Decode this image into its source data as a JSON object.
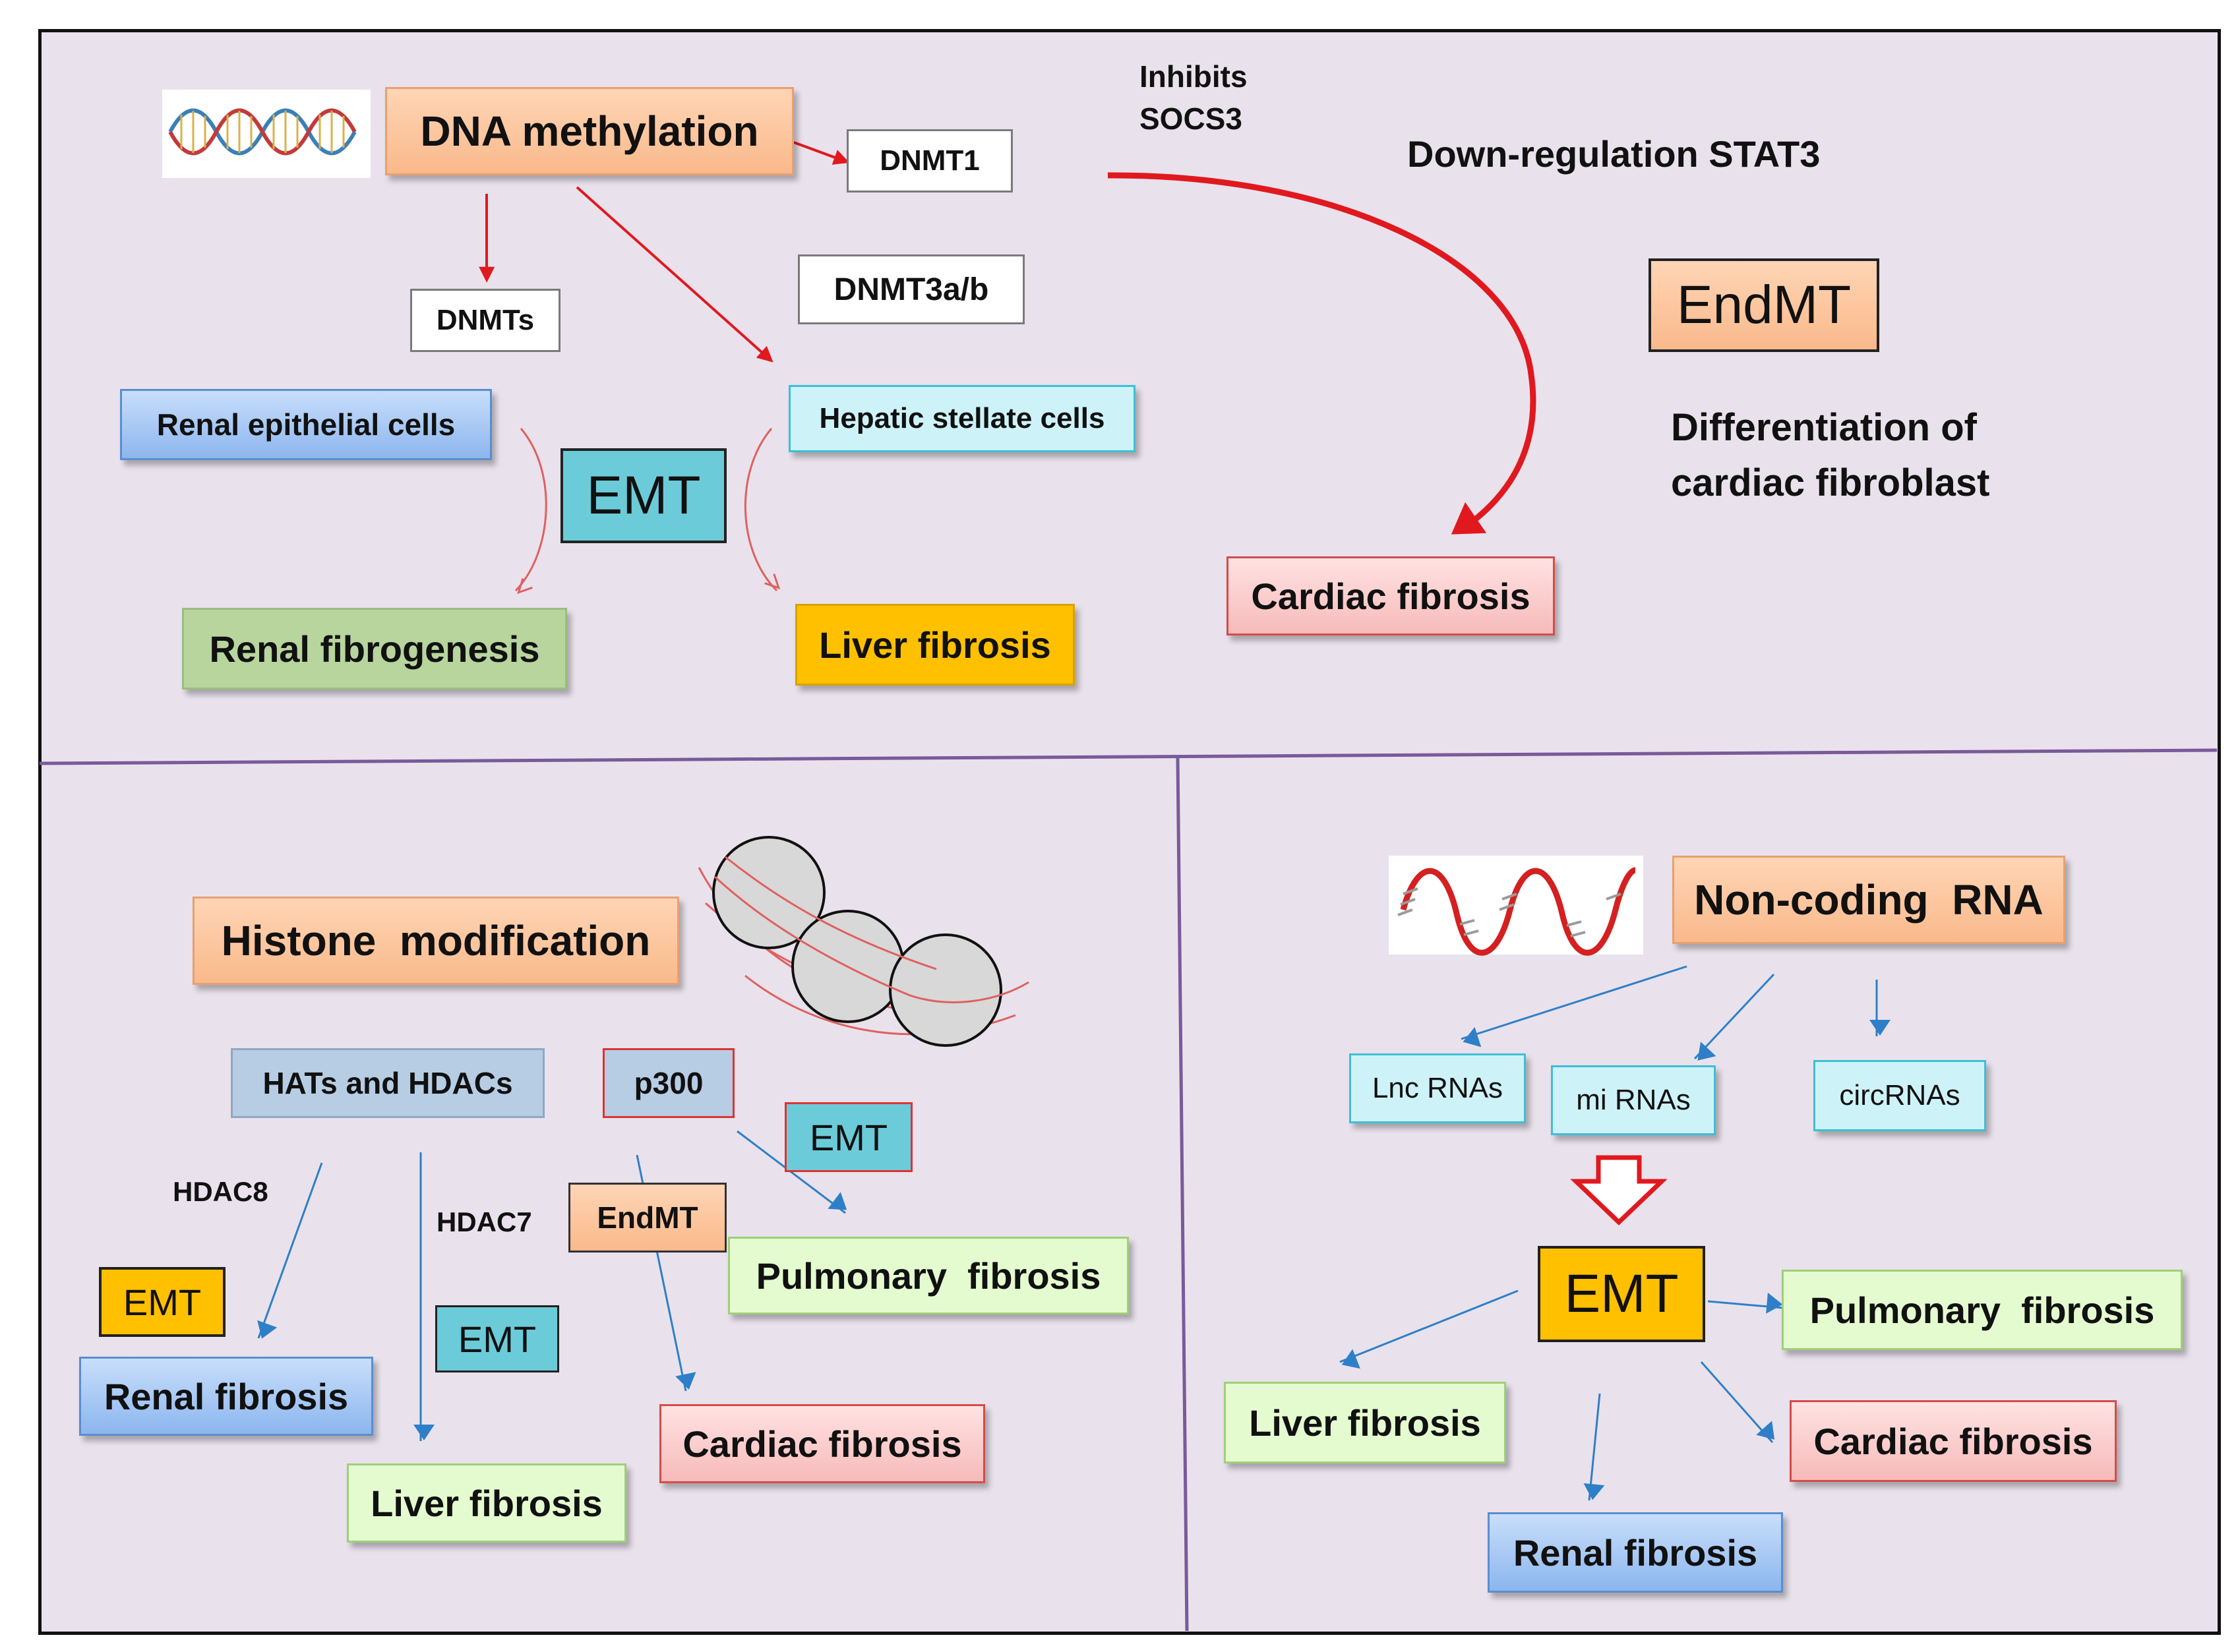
{
  "colors": {
    "red_arrow": "#e0191f",
    "blue_arrow": "#2f7fc8",
    "divider": "#7a5a9a",
    "panel_bg": "#e9e2ec"
  },
  "icons": {
    "dna": "dna-double-helix-icon",
    "nucleosome": "nucleosome-icon",
    "rna": "rna-strand-icon",
    "down_arrow": "hollow-down-arrow-icon"
  },
  "dna_methylation": {
    "title": "DNA methylation",
    "dnmt1": "DNMT1",
    "dnmts": "DNMTs",
    "dnmt3ab": "DNMT3a/b",
    "inhibits": [
      "Inhibits",
      "SOCS3"
    ],
    "stat3": "Down-regulation STAT3",
    "endmt": "EndMT",
    "differentiation": [
      "Differentiation of",
      "cardiac fibroblast"
    ],
    "renal_epithelial": "Renal epithelial cells",
    "emt": "EMT",
    "hepatic_stellate": "Hepatic stellate cells",
    "renal_fibrogenesis": "Renal fibrogenesis",
    "liver_fibrosis": "Liver fibrosis",
    "cardiac_fibrosis": "Cardiac fibrosis"
  },
  "histone": {
    "title": "Histone  modification",
    "hats": "HATs and HDACs",
    "p300": "p300",
    "emt_p300": "EMT",
    "hdac8": "HDAC8",
    "hdac7": "HDAC7",
    "endmt": "EndMT",
    "pulmonary": "Pulmonary  fibrosis",
    "emt_yellow": "EMT",
    "emt_teal": "EMT",
    "renal_fibrosis": "Renal fibrosis",
    "liver_fibrosis": "Liver fibrosis",
    "cardiac_fibrosis": "Cardiac fibrosis"
  },
  "ncrna": {
    "title": "Non-coding  RNA",
    "lnc": "Lnc RNAs",
    "mi": "mi RNAs",
    "circ": "circRNAs",
    "emt": "EMT",
    "pulmonary": "Pulmonary  fibrosis",
    "liver_fibrosis": "Liver fibrosis",
    "cardiac_fibrosis": "Cardiac fibrosis",
    "renal_fibrosis": "Renal fibrosis"
  }
}
